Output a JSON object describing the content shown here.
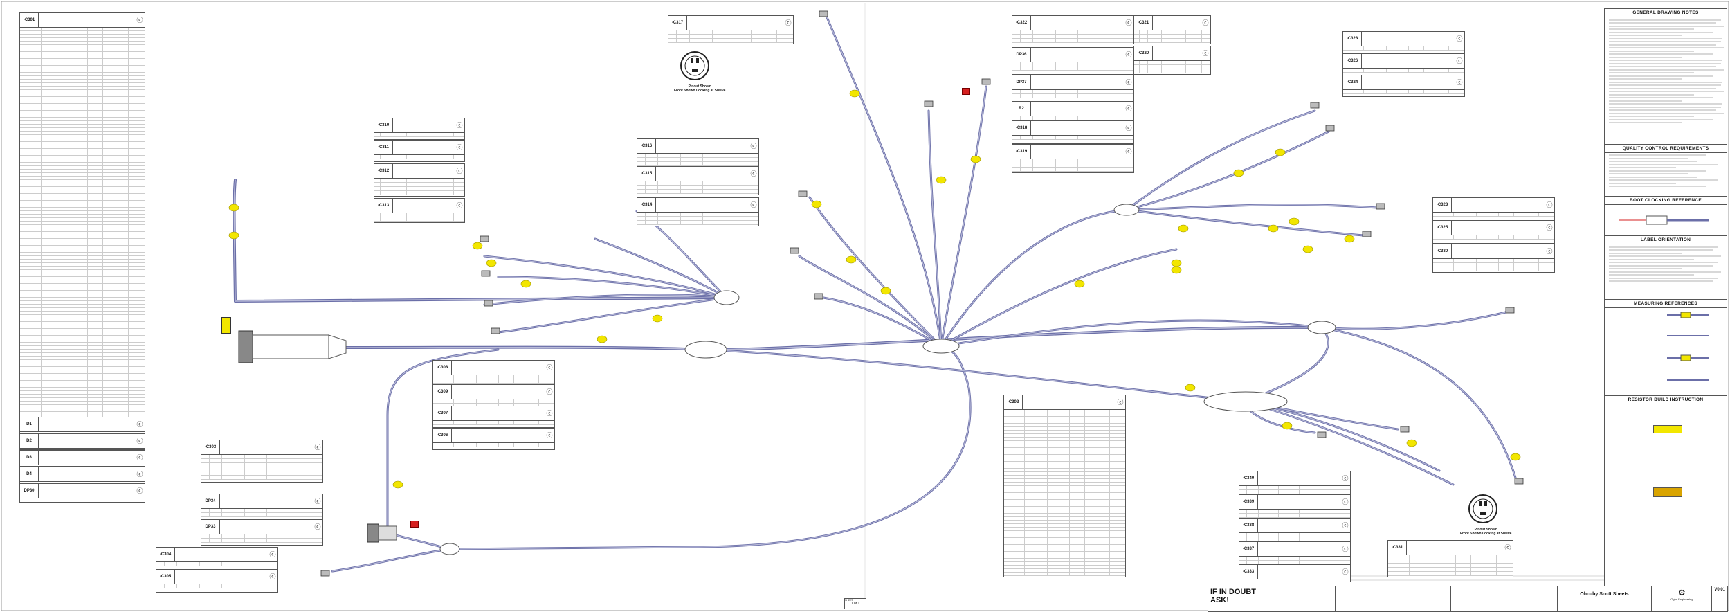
{
  "sheet": {
    "drawing_title": "Ohcuby Scott Sheets",
    "if_in_doubt": "IF IN DOUBT ASK!",
    "sheet_label": "SHEET",
    "sheet_number": "1 of 1",
    "rev": "V0.01",
    "company_text": "Ogha Engineering"
  },
  "colors": {
    "wire": "#6b6fa8",
    "wire_light": "#b9bbd9",
    "boot": "#f2e600",
    "frame": "#555555",
    "alert": "#d62020"
  },
  "notes": {
    "general": "GENERAL DRAWING NOTES",
    "quality": "QUALITY CONTROL REQUIREMENTS",
    "boot": "BOOT CLOCKING REFERENCE",
    "label": "LABEL ORIENTATION",
    "measuring": "MEASURING REFERENCES",
    "resistor": "RESISTOR BUILD INSTRUCTION"
  },
  "captions": {
    "pinout_left": "Pinout Shown\nFront Shown Looking at Sleeve",
    "pinout_right": "Pinout Shown\nFront Shown Looking at Sleeve"
  },
  "connectors": {
    "c301": "-C301",
    "d1": "D1",
    "d2": "D2",
    "d3": "D3",
    "d4": "D4",
    "dp30": "DP30",
    "c310": "-C310",
    "c311": "-C311",
    "c312": "-C312",
    "c313": "-C313",
    "c317": "-C317",
    "c316": "-C316",
    "c315": "-C315",
    "c314": "-C314",
    "c322": "-C322",
    "dp36": "DP36",
    "dp37": "DP37",
    "r2": "R2",
    "c318": "-C318",
    "c319": "-C319",
    "c321": "-C321",
    "c320": "-C320",
    "c328": "-C328",
    "c326": "-C326",
    "c324": "-C324",
    "c323": "-C323",
    "c325": "-C325",
    "c308": "-C308",
    "c309": "-C309",
    "c330": "-C330",
    "c307": "-C307",
    "c306": "-C306",
    "c303": "-C303",
    "dp34": "DP34",
    "dp33": "DP33",
    "c304": "-C304",
    "c305": "-C305",
    "c302": "-C302",
    "c340": "-C340",
    "c339": "-C339",
    "c338": "-C338",
    "c337": "-C337",
    "c331": "-C331",
    "c333": "-C333"
  }
}
